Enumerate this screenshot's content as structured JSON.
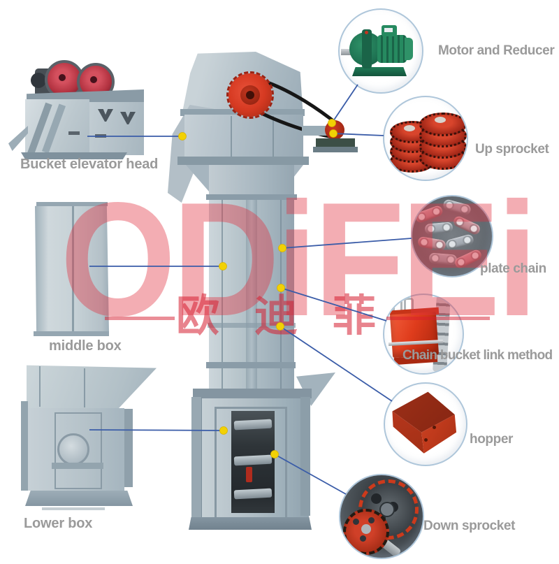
{
  "watermark": {
    "latin": "ODiFEi",
    "cjk": "欧迪菲"
  },
  "left_parts": [
    {
      "id": "bucket-elevator-head",
      "label": "Bucket elevator head"
    },
    {
      "id": "middle-box",
      "label": "middle box"
    },
    {
      "id": "lower-box",
      "label": "Lower box"
    }
  ],
  "callouts": [
    {
      "id": "motor-reducer",
      "label": "Motor and Reducer"
    },
    {
      "id": "up-sprocket",
      "label": "Up sprocket"
    },
    {
      "id": "plate-chain",
      "label": "plate chain"
    },
    {
      "id": "chain-bucket-link",
      "label": "Chain bucket link method"
    },
    {
      "id": "hopper",
      "label": "hopper"
    },
    {
      "id": "down-sprocket",
      "label": "Down sprocket"
    }
  ],
  "colors": {
    "label_gray": "#9a9a9a",
    "connector_blue": "#3a5ca8",
    "marker_yellow": "#f2d104",
    "circle_border": "#aec6da",
    "watermark_red": "#e13241",
    "steel_light": "#cdd7dc",
    "steel_dark": "#93a5b1",
    "pulley_red": "#d63a22",
    "motor_green": "#1e8060",
    "sprocket_red": "#c23420"
  }
}
